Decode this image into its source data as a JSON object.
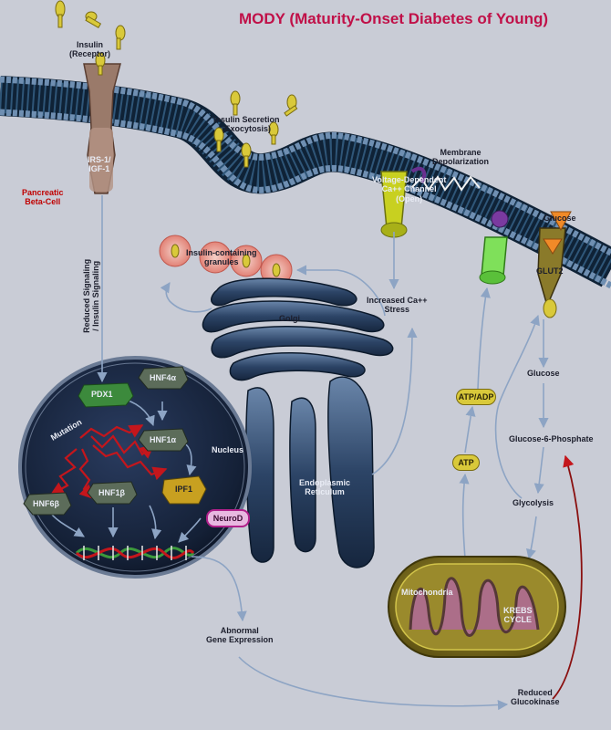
{
  "title": "MODY (Maturity-Onset Diabetes of Young)",
  "labels": {
    "insulin_receptor": [
      "Insulin",
      "(Receptor)"
    ],
    "irs": [
      "IRS-1/",
      "IGF-1"
    ],
    "pancreatic_beta_cell": [
      "Pancreatic",
      "Beta-Cell"
    ],
    "insulin_secretion": [
      "Insulin Secretion",
      "(Exocytosis)"
    ],
    "membrane_depolarization": [
      "Membrane",
      "Depolarization"
    ],
    "voltage_calcium_channel": [
      "Voltage-Dependent",
      "Ca++ Channel",
      "(Open)"
    ],
    "glucose_top": "Glucose",
    "glut2": "GLUT2",
    "insulin_granules": [
      "Insulin-containing",
      "granules"
    ],
    "golgi": "Golgi",
    "increased_calcium_stress": [
      "Increased Ca++",
      "Stress"
    ],
    "reduced_signaling": [
      "Reduced Signaling",
      "/ Insulin Signaling"
    ],
    "nucleus": "Nucleus",
    "mutation": "Mutation",
    "er": [
      "Endoplasmic",
      "Reticulum"
    ],
    "glucose_right": "Glucose",
    "glucose_6_phosphate": "Glucose-6-Phosphate",
    "glycolysis": "Glycolysis",
    "atp_adp": "ATP/ADP",
    "atp": "ATP",
    "mitochondria": "Mitochondria",
    "krebs_cycle": [
      "KREBS",
      "CYCLE"
    ],
    "abnormal_gene_expression": [
      "Abnormal",
      "Gene Expression"
    ],
    "reduced_glucokinase": [
      "Reduced",
      "Glucokinase"
    ]
  },
  "proteins": {
    "pdx1": "PDX1",
    "hnf4a": "HNF4α",
    "hnf1a": "HNF1α",
    "hnf1b": "HNF1β",
    "hnf6b": "HNF6β",
    "ipf1": "IPF1",
    "neurod": "NeuroD"
  },
  "colors": {
    "background": "#c9ccd6",
    "title": "#c01048",
    "membrane": "#1f3d5a",
    "nucleus": "#1b2a44",
    "mitochondria": "#8a7a22",
    "channel": "#c8d020",
    "insulin": "#d9c93a",
    "mutation": "#c4161c"
  }
}
